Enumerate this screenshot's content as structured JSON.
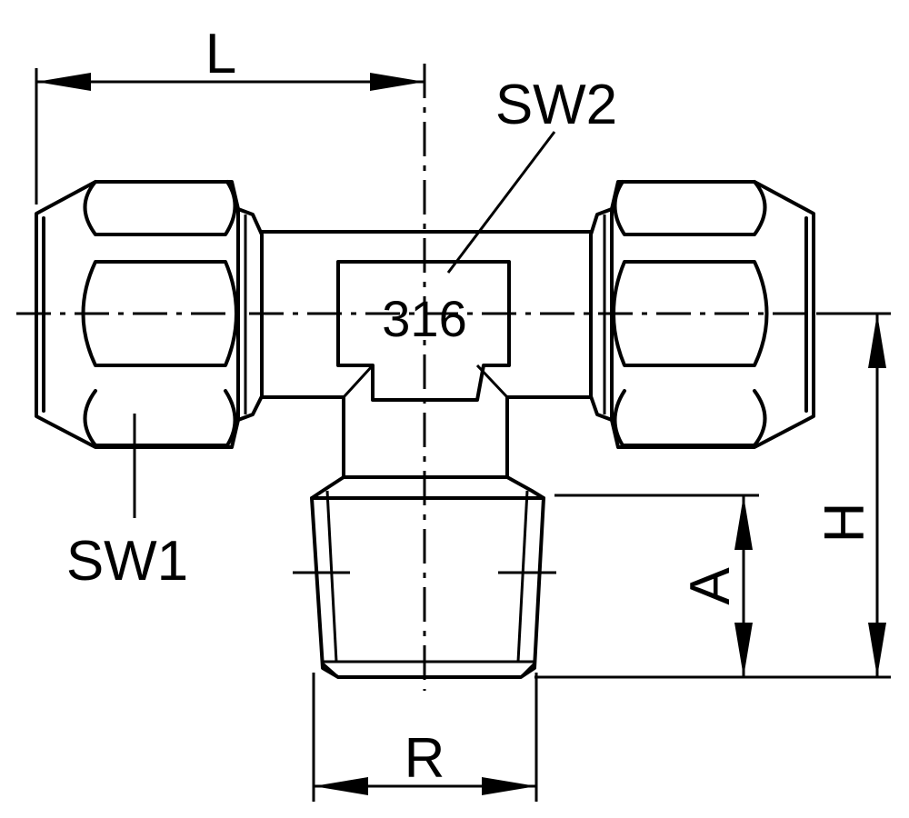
{
  "labels": {
    "length": "L",
    "height": "H",
    "thread_length": "A",
    "thread": "R",
    "wrench_nut": "SW1",
    "wrench_body": "SW2",
    "material": "316"
  }
}
